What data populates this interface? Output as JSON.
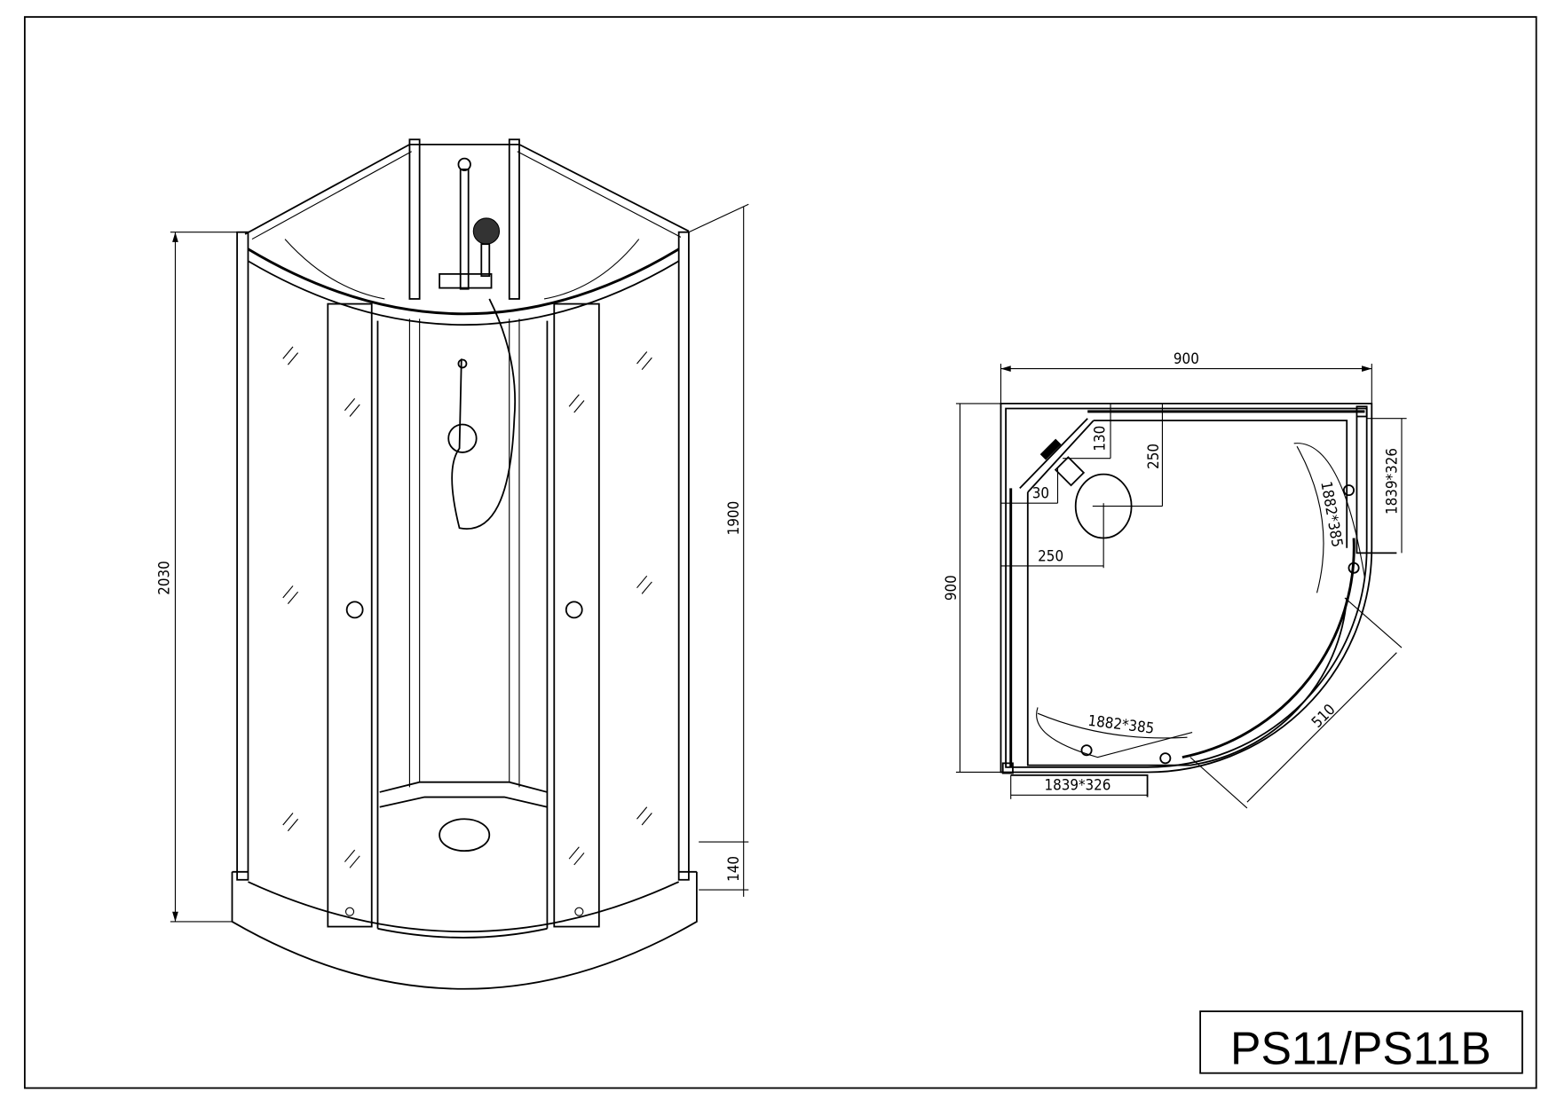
{
  "title_block": {
    "model": "PS11/PS11B"
  },
  "elevation_view": {
    "dimensions": {
      "total_height": "2030",
      "glass_height": "1900",
      "tray_height": "140"
    }
  },
  "plan_view": {
    "dimensions": {
      "width": "900",
      "depth": "900",
      "drain_offset_x": "250",
      "drain_offset_y": "250",
      "corner_offset_130": "130",
      "corner_offset_30": "30",
      "fixed_panel_right": "1839*326",
      "fixed_panel_bottom": "1839*326",
      "sliding_door_right": "1882*385",
      "sliding_door_bottom": "1882*385",
      "door_opening": "510"
    }
  }
}
